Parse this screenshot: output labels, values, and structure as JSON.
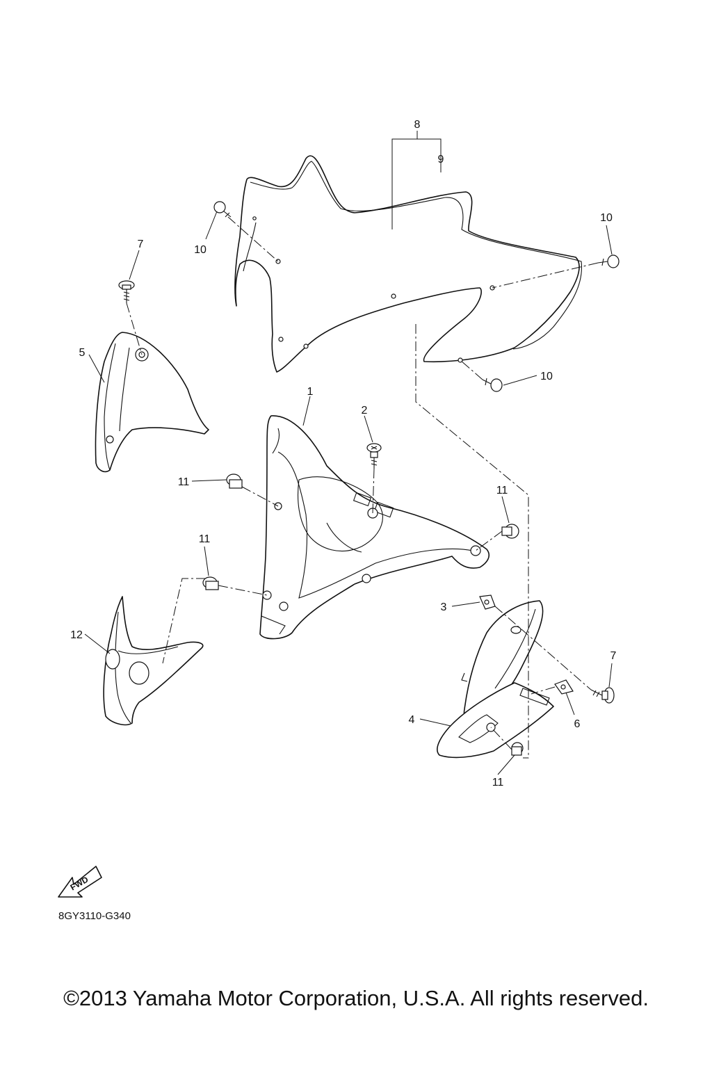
{
  "diagram": {
    "callouts": {
      "c1": "1",
      "c2": "2",
      "c3": "3",
      "c4": "4",
      "c5": "5",
      "c6": "6",
      "c7a": "7",
      "c7b": "7",
      "c8": "8",
      "c9": "9",
      "c10a": "10",
      "c10b": "10",
      "c10c": "10",
      "c11a": "11",
      "c11b": "11",
      "c11c": "11",
      "c11d": "11",
      "c12": "12"
    },
    "fwd_label": "FWD",
    "ref_code": "8GY3110-G340"
  },
  "footer": {
    "copyright": "©2013 Yamaha Motor Corporation, U.S.A. All rights reserved."
  }
}
